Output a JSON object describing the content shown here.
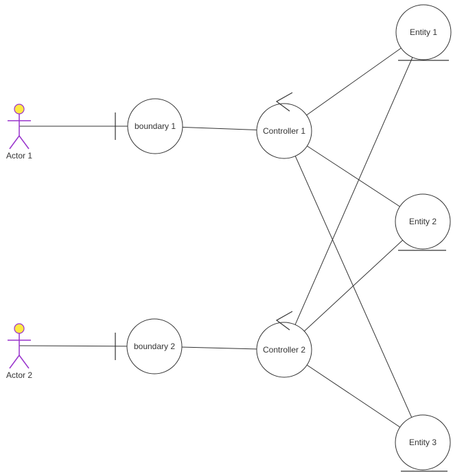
{
  "diagram": {
    "kind": "UML robustness diagram",
    "colors": {
      "line": "#333333",
      "node_stroke": "#333333",
      "node_fill": "#ffffff",
      "text": "#333333",
      "actor_stroke": "#9933CC",
      "actor_head_fill": "#FFE943",
      "background": "#ffffff"
    },
    "actors": [
      {
        "id": "actor-1",
        "label": "Actor 1"
      },
      {
        "id": "actor-2",
        "label": "Actor 2"
      }
    ],
    "boundaries": [
      {
        "id": "boundary-1",
        "label": "boundary 1"
      },
      {
        "id": "boundary-2",
        "label": "boundary 2"
      }
    ],
    "controllers": [
      {
        "id": "controller-1",
        "label": "Controller 1"
      },
      {
        "id": "controller-2",
        "label": "Controller 2"
      }
    ],
    "entities": [
      {
        "id": "entity-1",
        "label": "Entity 1"
      },
      {
        "id": "entity-2",
        "label": "Entity 2"
      },
      {
        "id": "entity-3",
        "label": "Entity 3"
      }
    ],
    "connections": [
      {
        "from": "Actor 1",
        "to": "boundary 1"
      },
      {
        "from": "boundary 1",
        "to": "Controller 1"
      },
      {
        "from": "Actor 2",
        "to": "boundary 2"
      },
      {
        "from": "boundary 2",
        "to": "Controller 2"
      },
      {
        "from": "Controller 1",
        "to": "Entity 1"
      },
      {
        "from": "Controller 1",
        "to": "Entity 2"
      },
      {
        "from": "Controller 1",
        "to": "Entity 3"
      },
      {
        "from": "Controller 2",
        "to": "Entity 1"
      },
      {
        "from": "Controller 2",
        "to": "Entity 2"
      },
      {
        "from": "Controller 2",
        "to": "Entity 3"
      }
    ]
  }
}
